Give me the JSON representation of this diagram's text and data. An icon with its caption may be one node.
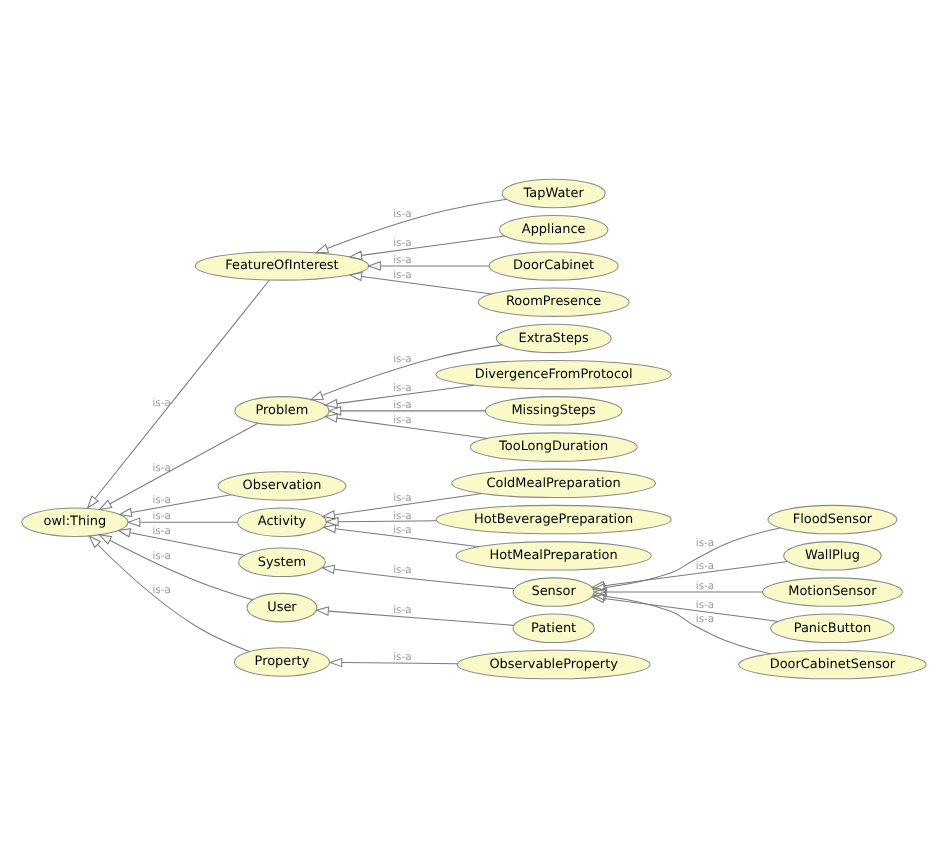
{
  "diagram": {
    "nodes": [
      {
        "text": [
          "owl:Thing"
        ]
      },
      {
        "text": [
          "FeatureOfInterest"
        ]
      },
      {
        "text": [
          "TapWater"
        ]
      },
      {
        "text": [
          "Appliance"
        ]
      },
      {
        "text": [
          "DoorCabinet"
        ]
      },
      {
        "text": [
          "RoomPresence"
        ]
      },
      {
        "text": [
          "Problem"
        ]
      },
      {
        "text": [
          "ExtraSteps"
        ]
      },
      {
        "text": [
          "DivergenceFromProtocol"
        ]
      },
      {
        "text": [
          "MissingSteps"
        ]
      },
      {
        "text": [
          "TooLongDuration"
        ]
      },
      {
        "text": [
          "Observation"
        ]
      },
      {
        "text": [
          "Activity"
        ]
      },
      {
        "text": [
          "ColdMealPreparation"
        ]
      },
      {
        "text": [
          "HotBeveragePreparation"
        ]
      },
      {
        "text": [
          "HotMealPreparation"
        ]
      },
      {
        "text": [
          "System"
        ]
      },
      {
        "text": [
          "Sensor"
        ]
      },
      {
        "text": [
          "FloodSensor"
        ]
      },
      {
        "text": [
          "WallPlug"
        ]
      },
      {
        "text": [
          "MotionSensor"
        ]
      },
      {
        "text": [
          "PanicButton"
        ]
      },
      {
        "text": [
          "DoorCabinetSensor"
        ]
      },
      {
        "text": [
          "User"
        ]
      },
      {
        "text": [
          "Patient"
        ]
      },
      {
        "text": [
          "Property"
        ]
      },
      {
        "text": [
          "ObservableProperty"
        ]
      }
    ],
    "edges": [
      {
        "from": 1,
        "to": 0,
        "arrow": "to",
        "label": "is-a"
      },
      {
        "from": 2,
        "to": 1,
        "arrow": "to",
        "label": "is-a"
      },
      {
        "from": 3,
        "to": 1,
        "arrow": "to",
        "label": "is-a"
      },
      {
        "from": 4,
        "to": 1,
        "arrow": "to",
        "label": "is-a"
      },
      {
        "from": 5,
        "to": 1,
        "arrow": "to",
        "label": "is-a"
      },
      {
        "from": 6,
        "to": 0,
        "arrow": "to",
        "label": "is-a"
      },
      {
        "from": 7,
        "to": 6,
        "arrow": "to",
        "label": "is-a"
      },
      {
        "from": 8,
        "to": 6,
        "arrow": "to",
        "label": "is-a"
      },
      {
        "from": 9,
        "to": 6,
        "arrow": "to",
        "label": "is-a"
      },
      {
        "from": 10,
        "to": 6,
        "arrow": "to",
        "label": "is-a"
      },
      {
        "from": 11,
        "to": 0,
        "arrow": "to",
        "label": "is-a"
      },
      {
        "from": 12,
        "to": 0,
        "arrow": "to",
        "label": "is-a"
      },
      {
        "from": 13,
        "to": 12,
        "arrow": "to",
        "label": "is-a"
      },
      {
        "from": 14,
        "to": 12,
        "arrow": "to",
        "label": "is-a"
      },
      {
        "from": 15,
        "to": 12,
        "arrow": "to",
        "label": "is-a"
      },
      {
        "from": 16,
        "to": 0,
        "arrow": "to",
        "label": "is-a"
      },
      {
        "from": 17,
        "to": 16,
        "arrow": "to",
        "label": "is-a"
      },
      {
        "from": 18,
        "to": 17,
        "arrow": "to",
        "label": "is-a"
      },
      {
        "from": 19,
        "to": 17,
        "arrow": "to",
        "label": "is-a"
      },
      {
        "from": 20,
        "to": 17,
        "arrow": "to",
        "label": "is-a"
      },
      {
        "from": 21,
        "to": 17,
        "arrow": "to",
        "label": "is-a"
      },
      {
        "from": 22,
        "to": 17,
        "arrow": "to",
        "label": "is-a"
      },
      {
        "from": 23,
        "to": 0,
        "arrow": "to",
        "label": "is-a"
      },
      {
        "from": 24,
        "to": 23,
        "arrow": "to",
        "label": "is-a"
      },
      {
        "from": 25,
        "to": 0,
        "arrow": "to",
        "label": "is-a"
      },
      {
        "from": 26,
        "to": 25,
        "arrow": "to",
        "label": "is-a"
      }
    ]
  }
}
